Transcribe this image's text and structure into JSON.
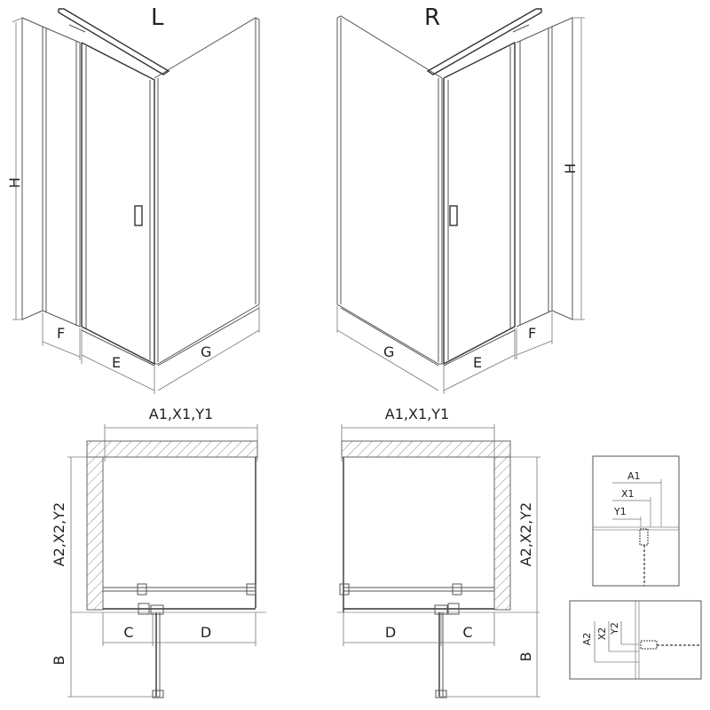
{
  "views": {
    "left_label": "L",
    "right_label": "R"
  },
  "dims3d": {
    "height": "H",
    "fixed": "F",
    "door": "E",
    "side": "G"
  },
  "plan": {
    "top_dim": "A1,X1,Y1",
    "side_dim": "A2,X2,Y2",
    "c": "C",
    "d": "D",
    "b": "B"
  },
  "detail1": {
    "a1": "A1",
    "x1": "X1",
    "y1": "Y1"
  },
  "detail2": {
    "a2": "A2",
    "x2": "X2",
    "y2": "Y2"
  }
}
